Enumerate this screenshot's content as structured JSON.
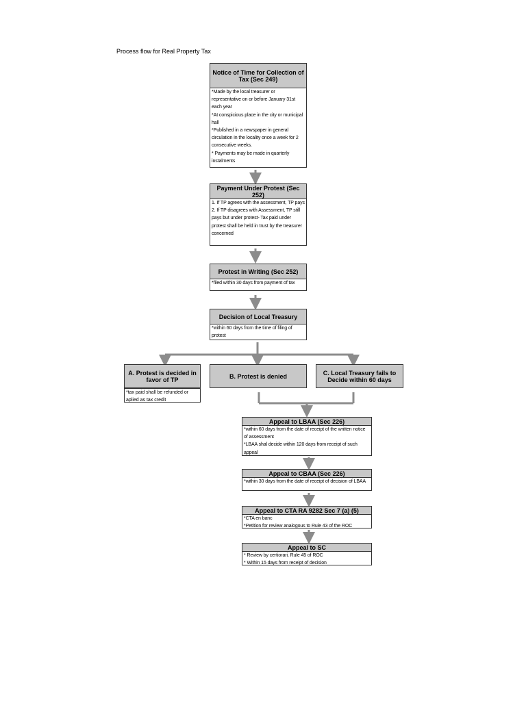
{
  "page_title": "Process flow for Real Property Tax",
  "steps": {
    "notice": {
      "title": "Notice of Time for Collection of Tax (Sec 249)",
      "lines": [
        "*Made by the local treasurer or representative on or before January 31st each year",
        "*At conspicious place in the city or municipal hall",
        "*Published in a newspaper in general circulation in the locality once a week for 2 consecutive weeks.",
        "* Payments may be made in quarterly instalments"
      ]
    },
    "payment": {
      "title": "Payment Under Protest (Sec 252)",
      "lines": [
        "1. If TP agrees with the assessment, TP pays",
        "2. If TP disagrees with Assessment, TP still pays but under protest- Tax paid under protest shall be held in trust by the treasurer concerned"
      ]
    },
    "protest_writing": {
      "title": "Protest in Writing (Sec 252)",
      "lines": [
        "*filed within 30 days from payment of tax"
      ]
    },
    "decision": {
      "title": "Decision of Local Treasury",
      "lines": [
        "*within 60 days from the time of filing of protest"
      ]
    },
    "branch_a": {
      "title": "A. Protest is decided in favor of TP",
      "lines": [
        "*tax paid shall be refunded or aplied as tax credit"
      ]
    },
    "branch_b": {
      "title": "B. Protest is denied"
    },
    "branch_c": {
      "title": "C. Local Treasury fails to Decide within 60 days"
    },
    "lbaa": {
      "title": "Appeal to LBAA (Sec 226)",
      "lines": [
        "*within 60 days from the date of receipt of the written notice of assessment",
        "*LBAA shal decide within 120 days from receipt of such appeal"
      ]
    },
    "cbaa": {
      "title": "Appeal to CBAA (Sec 226)",
      "lines": [
        "*within 30 days from the date of receipt of decision of LBAA"
      ]
    },
    "cta": {
      "title": "Appeal to CTA RA 9282 Sec 7 (a) (5)",
      "lines": [
        "*CTA en banc",
        "*Petition for review analogous to Rule 43 of the ROC"
      ]
    },
    "sc": {
      "title": "Appeal to SC",
      "lines": [
        "* Review by certiorari, Rule 45 of ROC",
        "* Within 15 days from receipt of decision"
      ]
    }
  },
  "colors": {
    "header_fill": "#c8c8c8",
    "arrow": "#8c8c8c",
    "border": "#333333"
  }
}
